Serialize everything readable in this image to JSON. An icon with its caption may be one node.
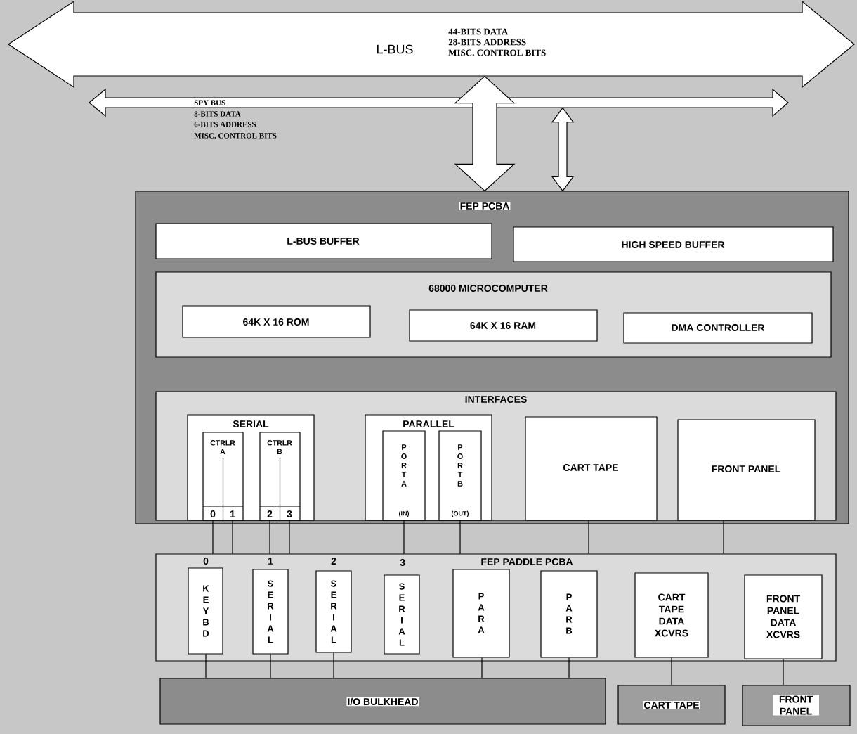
{
  "diagram": {
    "nodes": [
      {
        "text": [
          "L-BUS",
          "44-BITS DATA",
          "28-BITS ADDRESS",
          "MISC. CONTROL BITS"
        ]
      },
      {
        "text": [
          "SPY BUS",
          "8-BITS DATA",
          "6-BITS ADDRESS",
          "MISC. CONTROL BITS"
        ]
      },
      {
        "text": [
          "FEP PCBA"
        ]
      },
      {
        "text": [
          "L-BUS BUFFER"
        ],
        "in": 2
      },
      {
        "text": [
          "HIGH SPEED BUFFER"
        ],
        "in": 2
      },
      {
        "text": [
          "68000 MICROCOMPUTER"
        ],
        "in": 2
      },
      {
        "text": [
          "64K X 16 ROM"
        ],
        "in": 5
      },
      {
        "text": [
          "64K X 16 RAM"
        ],
        "in": 5
      },
      {
        "text": [
          "DMA CONTROLLER"
        ],
        "in": 5
      },
      {
        "text": [
          "INTERFACES"
        ],
        "in": 2
      },
      {
        "text": [
          "SERIAL"
        ],
        "in": 9
      },
      {
        "text": [
          "CTRLR A",
          "0",
          "1"
        ],
        "in": 10
      },
      {
        "text": [
          "CTRLR B",
          "2",
          "3"
        ],
        "in": 10
      },
      {
        "text": [
          "PARALLEL"
        ],
        "in": 9
      },
      {
        "text": [
          "PORT A",
          "(IN)"
        ],
        "in": 13
      },
      {
        "text": [
          "PORT B",
          "(OUT)"
        ],
        "in": 13
      },
      {
        "text": [
          "CART TAPE"
        ],
        "in": 9
      },
      {
        "text": [
          "FRONT PANEL"
        ],
        "in": 9
      },
      {
        "text": [
          "FEP PADDLE PCBA"
        ]
      },
      {
        "text": [
          "KEYBD"
        ],
        "in": 18,
        "beside": [
          "0"
        ]
      },
      {
        "text": [
          "SERIAL"
        ],
        "in": 18,
        "beside": [
          "1"
        ]
      },
      {
        "text": [
          "SERIAL"
        ],
        "in": 18,
        "beside": [
          "2"
        ]
      },
      {
        "text": [
          "SERIAL"
        ],
        "in": 18,
        "beside": [
          "3"
        ]
      },
      {
        "text": [
          "PAR A"
        ],
        "in": 18
      },
      {
        "text": [
          "PAR B"
        ],
        "in": 18
      },
      {
        "text": [
          "CART TAPE DATA XCVRS"
        ],
        "in": 18
      },
      {
        "text": [
          "FRONT PANEL DATA XCVRS"
        ],
        "in": 18
      },
      {
        "text": [
          "I/O BULKHEAD"
        ]
      },
      {
        "text": [
          "CART TAPE"
        ]
      },
      {
        "text": [
          "FRONT PANEL"
        ]
      }
    ],
    "edges": [
      {
        "from": 0,
        "to": 2,
        "arrow": "both",
        "style": "thick"
      },
      {
        "from": 1,
        "to": 2,
        "arrow": "both",
        "style": "thick"
      },
      {
        "from": 11,
        "to": 18,
        "arrow": "none"
      },
      {
        "from": 11,
        "to": 18,
        "arrow": "none"
      },
      {
        "from": 12,
        "to": 18,
        "arrow": "none"
      },
      {
        "from": 12,
        "to": 18,
        "arrow": "none"
      },
      {
        "from": 14,
        "to": 18,
        "arrow": "none"
      },
      {
        "from": 15,
        "to": 18,
        "arrow": "none"
      },
      {
        "from": 16,
        "to": 18,
        "arrow": "none"
      },
      {
        "from": 17,
        "to": 18,
        "arrow": "none"
      },
      {
        "from": 19,
        "to": 27,
        "arrow": "none"
      },
      {
        "from": 20,
        "to": 27,
        "arrow": "none"
      },
      {
        "from": 21,
        "to": 27,
        "arrow": "none"
      },
      {
        "from": 23,
        "to": 27,
        "arrow": "none"
      },
      {
        "from": 24,
        "to": 27,
        "arrow": "none"
      },
      {
        "from": 25,
        "to": 28,
        "arrow": "none"
      },
      {
        "from": 26,
        "to": 29,
        "arrow": "none"
      }
    ]
  }
}
